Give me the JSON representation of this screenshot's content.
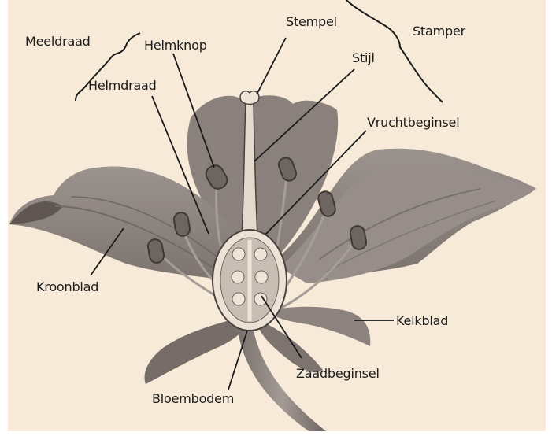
{
  "labels": {
    "meeldraad": "Meeldraad",
    "helmknop": "Helmknop",
    "helmdraad": "Helmdraad",
    "stempel": "Stempel",
    "stijl": "Stijl",
    "stamper": "Stamper",
    "vruchtbeginsel": "Vruchtbeginsel",
    "kroonblad": "Kroonblad",
    "kelkblad": "Kelkblad",
    "zaadbeginsel": "Zaadbeginsel",
    "bloembodem": "Bloembodem"
  },
  "colors": {
    "background": "#f7ead8",
    "petal": "#8e8580",
    "petal_shadow": "#6b625d",
    "petal_dark": "#4e4541",
    "ovary_light": "#e9dfd3",
    "line": "#1b1b1b"
  }
}
